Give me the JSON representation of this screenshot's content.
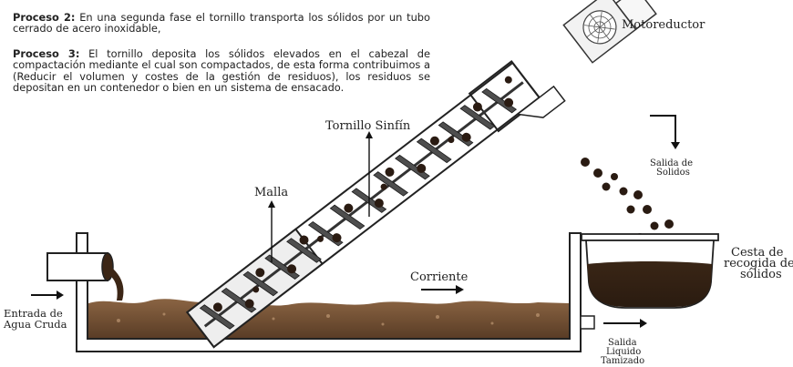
{
  "process2": {
    "title": "Proceso 2:",
    "text": " En una segunda fase el tornillo transporta los sólidos por un tubo cerrado de acero inoxidable,"
  },
  "process3": {
    "title": "Proceso 3:",
    "text": " El tornillo deposita los sólidos elevados en el cabezal de compactación mediante el cual son compactados, de esta forma contribuimos a (Reducir el volumen y costes de la gestión de residuos), los residuos se depositan en un contenedor o bien en un sistema de ensacado."
  },
  "labels": {
    "motoreductor": "Motoreductor",
    "tornillo": "Tornillo Sinfín",
    "malla": "Malla",
    "corriente": "Corriente",
    "entrada_line1": "Entrada de",
    "entrada_line2": "Agua Cruda",
    "salida_solidos_line1": "Salida de",
    "salida_solidos_line2": "Solidos",
    "cesta_line1": "Cesta de",
    "cesta_line2": "recogida de",
    "cesta_line3": "sólidos",
    "salida_liquido_line1": "Salida",
    "salida_liquido_line2": "Liquido",
    "salida_liquido_line3": "Tamizado"
  },
  "colors": {
    "sludge": "#6b4a2f",
    "solids": "#2a1b12",
    "screw": "#555555",
    "tank_outline": "#222222"
  }
}
